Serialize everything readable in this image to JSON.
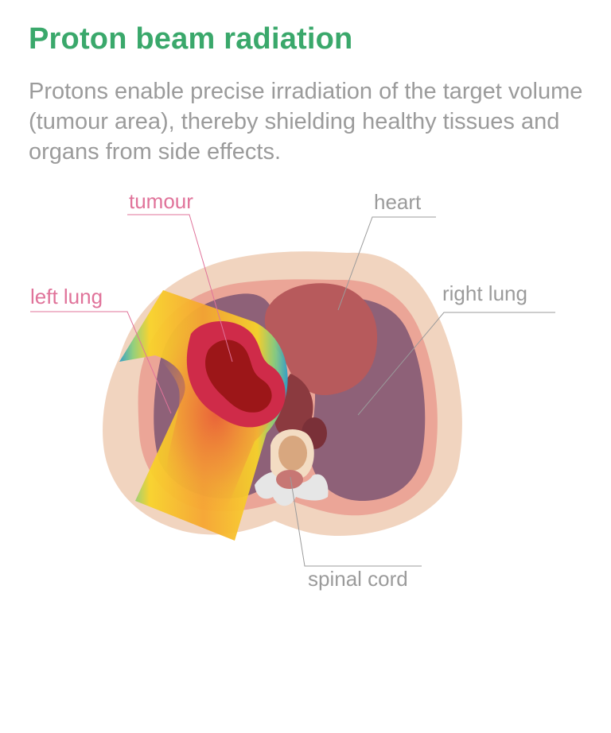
{
  "header": {
    "title": "Proton beam radiation",
    "intro": "Protons enable precise irradiation of the target volume (tumour area), thereby shielding healthy tissues and organs from side effects."
  },
  "labels": {
    "tumour": "tumour",
    "left_lung": "left lung",
    "heart": "heart",
    "right_lung": "right lung",
    "spinal_cord": "spinal cord"
  },
  "colors": {
    "title": "#3aa86b",
    "body_text": "#9b9b9b",
    "highlight_label": "#e0739a",
    "skin": "#f1d4bf",
    "tissue_ring": "#eba597",
    "lung": "#8e6178",
    "heart": "#b75a5c",
    "tumour": "#cf2b49",
    "tumour_core": "#9c1618"
  }
}
